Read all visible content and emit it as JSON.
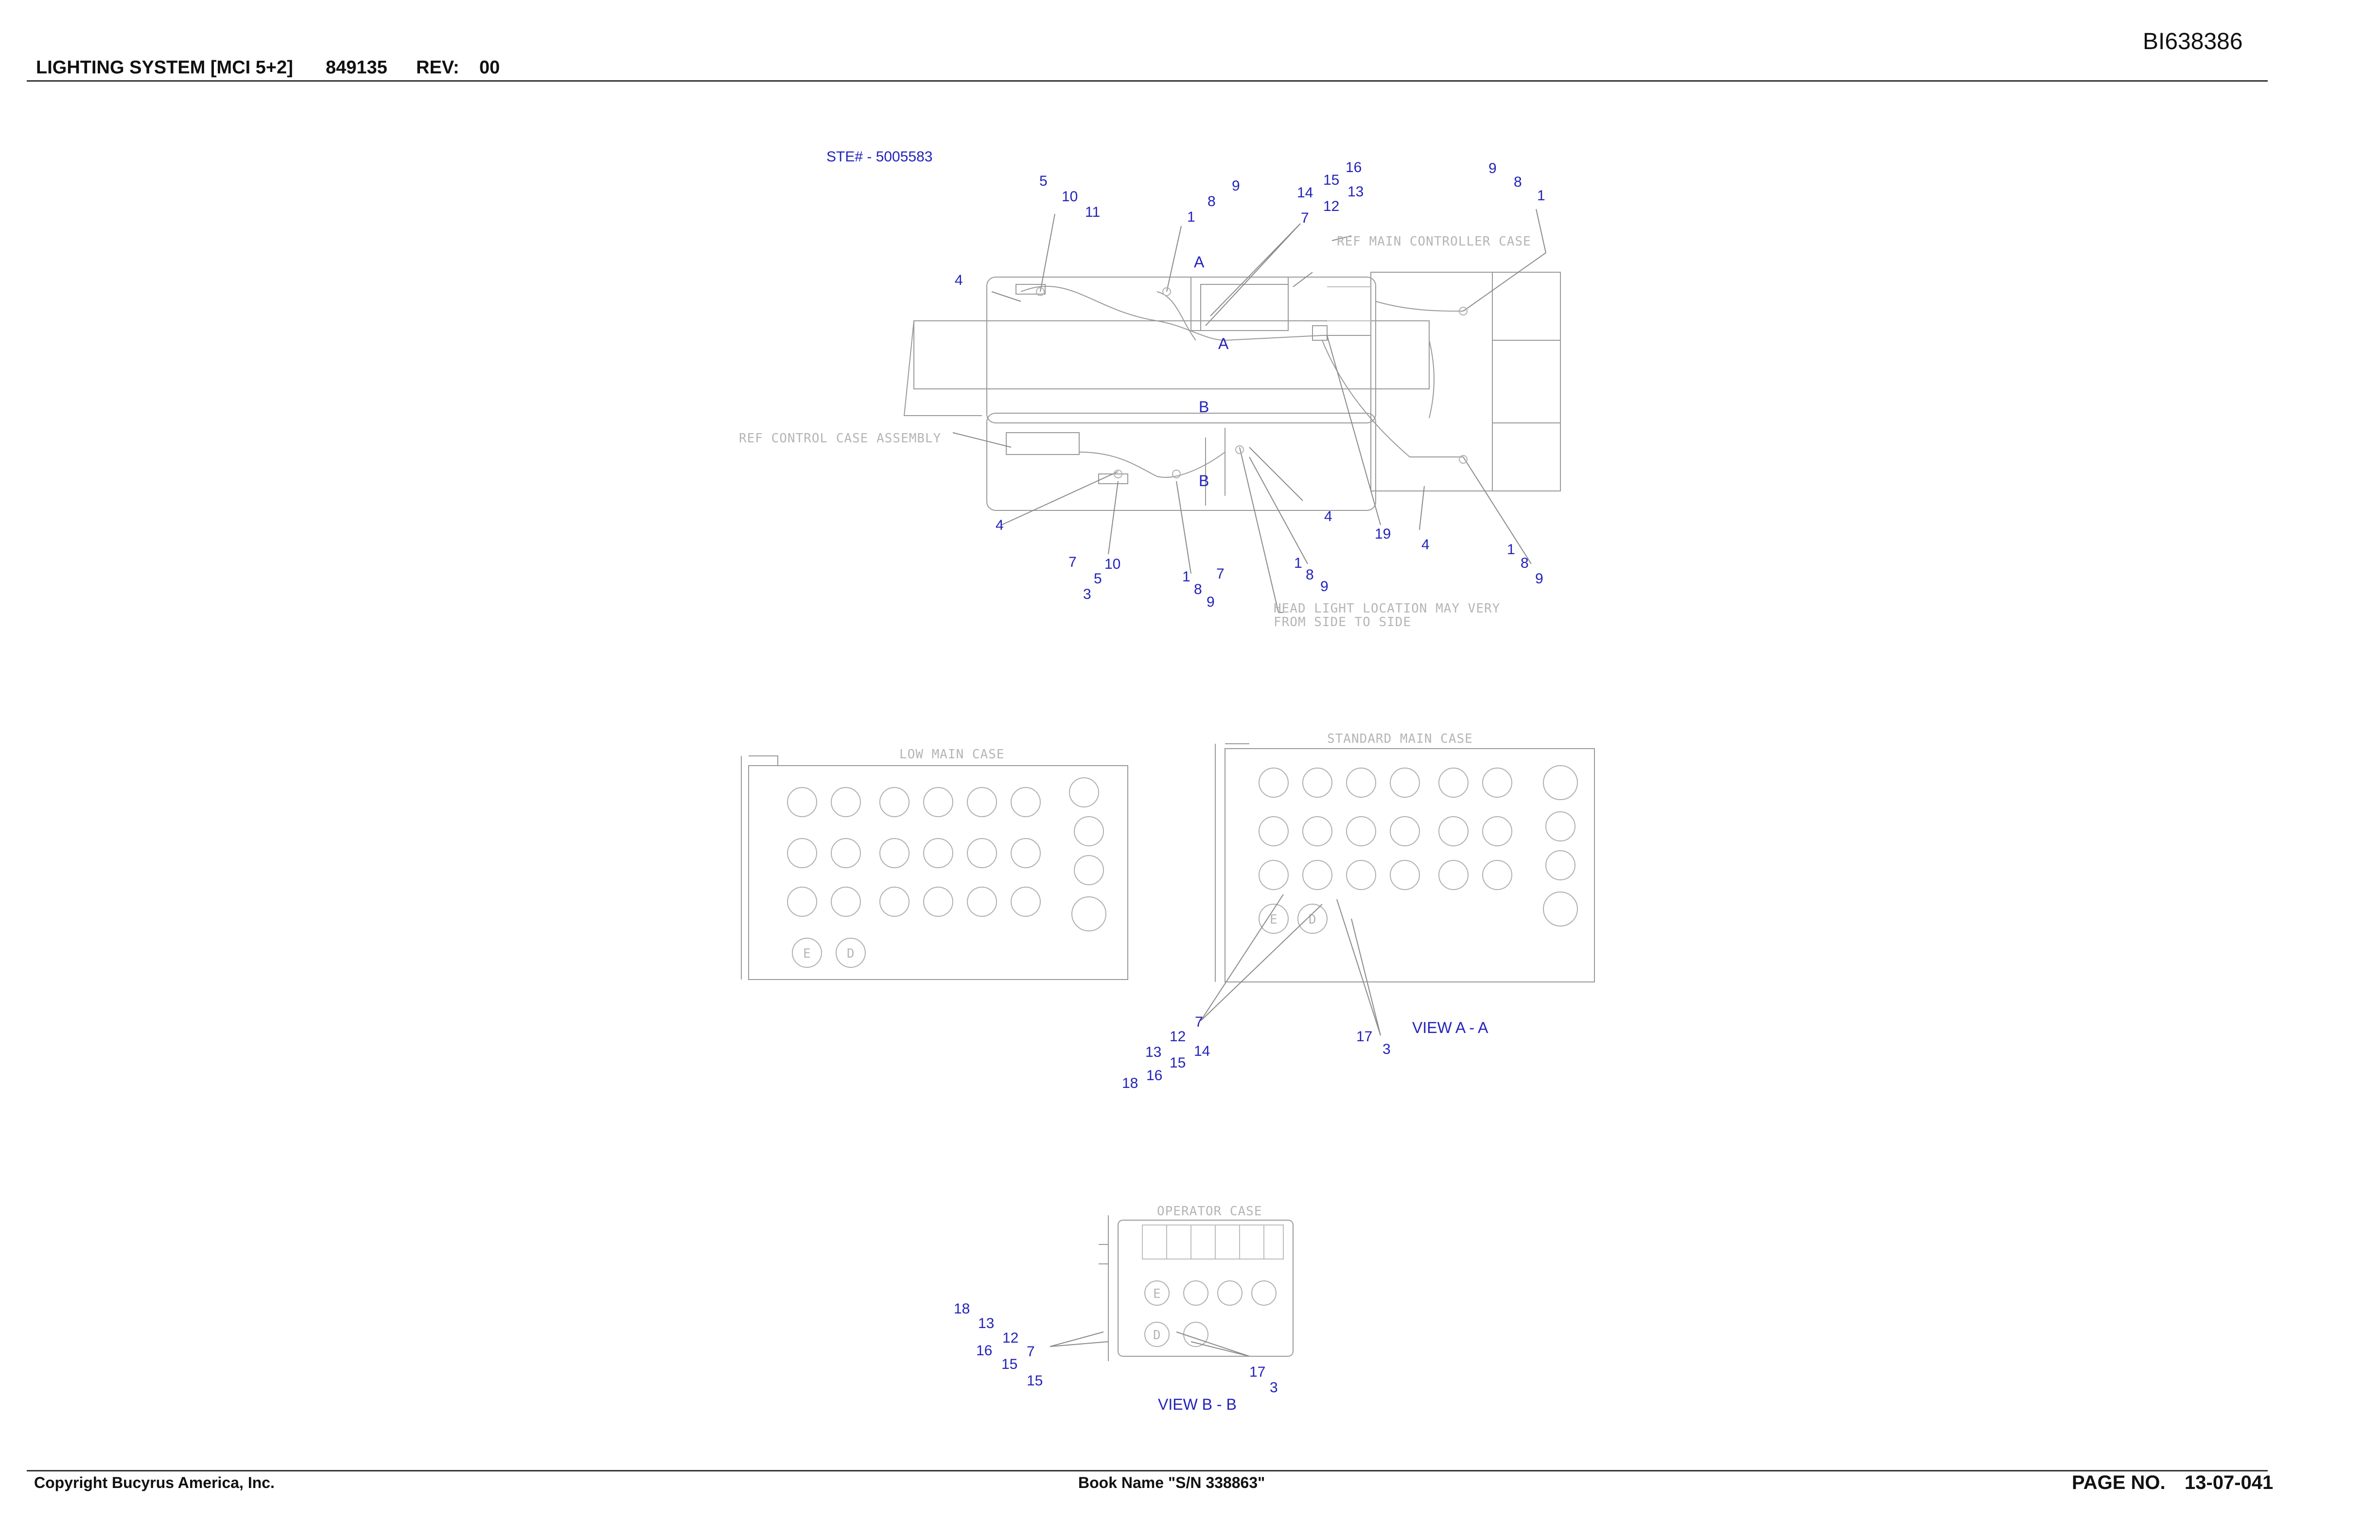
{
  "header": {
    "title": "LIGHTING SYSTEM [MCI 5+2]",
    "part_number": "849135",
    "rev_label": "REV:",
    "rev_value": "00",
    "doc_id": "BI638386"
  },
  "footer": {
    "copyright": "Copyright Bucyrus America, Inc.",
    "book_name": "Book Name \"S/N 338863\"",
    "page_label": "PAGE NO.",
    "page_value": "13-07-041"
  },
  "drawing": {
    "ste_label": "STE# - 5005583",
    "notes": {
      "main_controller": "REF MAIN CONTROLLER CASE",
      "control_case": "REF CONTROL CASE ASSEMBLY",
      "headlight_1": "HEAD LIGHT LOCATION MAY VERY",
      "headlight_2": "FROM SIDE TO SIDE",
      "low_main_case": "LOW MAIN CASE",
      "standard_main_case": "STANDARD MAIN CASE",
      "operator_case": "OPERATOR CASE"
    },
    "section_markers": {
      "a": "A",
      "b": "B"
    },
    "views": {
      "view_a": "VIEW A - A",
      "view_b": "VIEW B - B"
    },
    "callouts_top": [
      "5",
      "10",
      "11",
      "1",
      "8",
      "9",
      "14",
      "15",
      "16",
      "12",
      "13",
      "7",
      "9",
      "8",
      "1",
      "4",
      "4",
      "7",
      "5",
      "10",
      "3",
      "1",
      "8",
      "7",
      "9",
      "1",
      "8",
      "9",
      "4",
      "19",
      "4",
      "1",
      "8",
      "9"
    ],
    "callouts_view_a": [
      "7",
      "12",
      "14",
      "13",
      "15",
      "16",
      "18",
      "17",
      "3"
    ],
    "callouts_view_b": [
      "18",
      "13",
      "12",
      "16",
      "15",
      "7",
      "15",
      "17",
      "3"
    ],
    "case_letters": [
      "E",
      "D",
      "E",
      "D",
      "E",
      "D"
    ]
  }
}
